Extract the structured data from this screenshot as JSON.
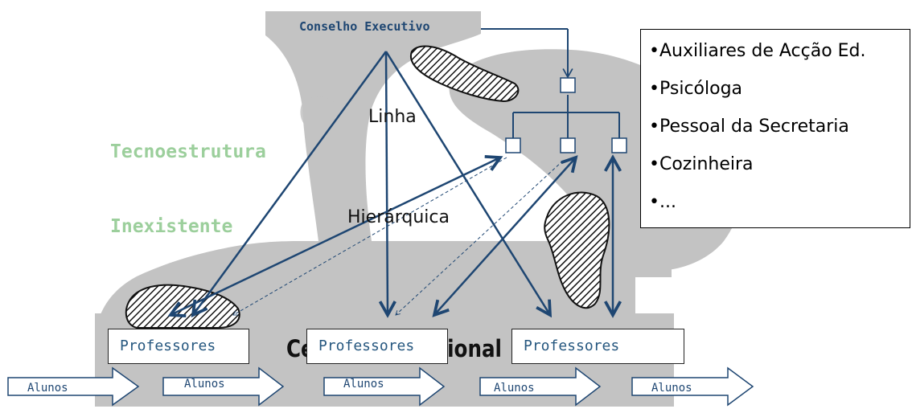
{
  "diagram": {
    "apex": "Conselho Executivo",
    "technostructure": [
      "Tecnoestrutura",
      "Inexistente"
    ],
    "line_labels": [
      "Linha",
      "Hierárquica"
    ],
    "operating_core_label": "Centro Operacional",
    "support_staff": [
      "Auxiliares de Acção Ed.",
      "Psicóloga",
      "Pessoal da Secretaria",
      "Cozinheira",
      "..."
    ],
    "teachers": [
      "Professores",
      "Professores",
      "Professores"
    ],
    "students": [
      "Alunos",
      "Alunos",
      "Alunos",
      "Alunos",
      "Alunos"
    ],
    "colors": {
      "arrow": "#1e4672",
      "background_shape": "#c3c3c3",
      "technostructure_text": "#9ccf9c",
      "teacher_text": "#26577f"
    }
  }
}
